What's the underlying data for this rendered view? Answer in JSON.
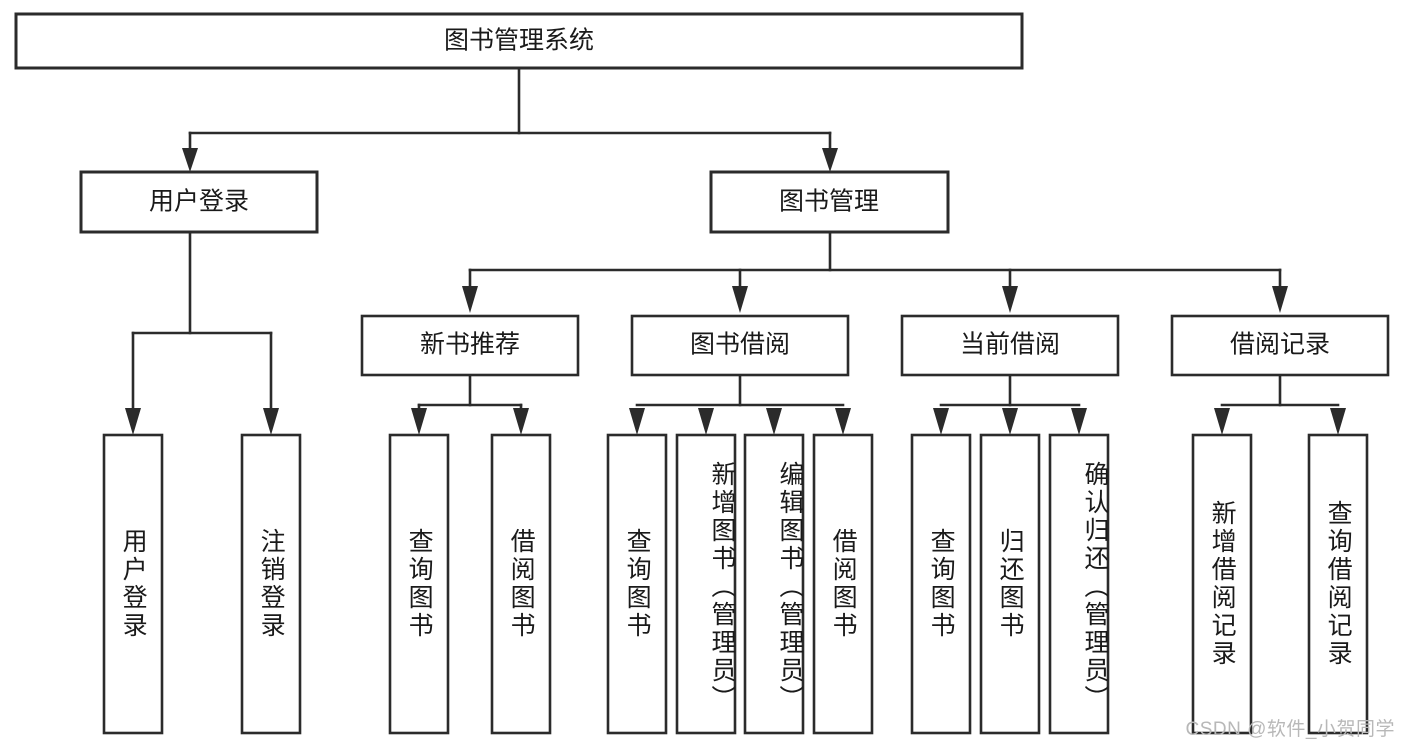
{
  "diagram": {
    "title": "图书管理系统",
    "type": "tree-hierarchy",
    "watermark": "CSDN @软件_小贺同学",
    "colors": {
      "stroke": "#2b2b2b",
      "box_fill": "#ffffff",
      "text": "#1a1a1a",
      "background": "#ffffff",
      "watermark": "#b8b8b8"
    },
    "root": {
      "label": "图书管理系统",
      "orientation": "horizontal"
    },
    "level2": [
      {
        "label": "用户登录",
        "orientation": "horizontal"
      },
      {
        "label": "图书管理",
        "orientation": "horizontal"
      }
    ],
    "level3": [
      {
        "label": "新书推荐",
        "orientation": "horizontal",
        "parent": "图书管理"
      },
      {
        "label": "图书借阅",
        "orientation": "horizontal",
        "parent": "图书管理"
      },
      {
        "label": "当前借阅",
        "orientation": "horizontal",
        "parent": "图书管理"
      },
      {
        "label": "借阅记录",
        "orientation": "horizontal",
        "parent": "图书管理"
      }
    ],
    "leaves": {
      "user_login": [
        {
          "label": "用户登录",
          "orientation": "vertical"
        },
        {
          "label": "注销登录",
          "orientation": "vertical"
        }
      ],
      "new_book_recommend": [
        {
          "label": "查询图书",
          "orientation": "vertical"
        },
        {
          "label": "借阅图书",
          "orientation": "vertical"
        }
      ],
      "book_borrow": [
        {
          "label": "查询图书",
          "orientation": "vertical"
        },
        {
          "label": "新增图书（管理员）",
          "orientation": "vertical"
        },
        {
          "label": "编辑图书（管理员）",
          "orientation": "vertical"
        },
        {
          "label": "借阅图书",
          "orientation": "vertical"
        }
      ],
      "current_borrow": [
        {
          "label": "查询图书",
          "orientation": "vertical"
        },
        {
          "label": "归还图书",
          "orientation": "vertical"
        },
        {
          "label": "确认归还（管理员）",
          "orientation": "vertical"
        }
      ],
      "borrow_record": [
        {
          "label": "新增借阅记录",
          "orientation": "vertical"
        },
        {
          "label": "查询借阅记录",
          "orientation": "vertical"
        }
      ]
    }
  }
}
